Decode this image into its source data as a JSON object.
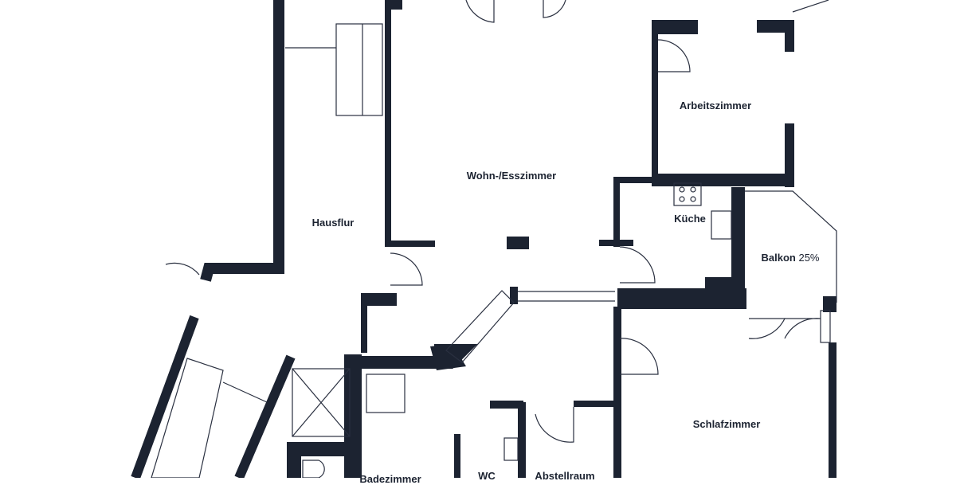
{
  "rooms": {
    "wohn": "Wohn-/Esszimmer",
    "arbeit": "Arbeitszimmer",
    "kueche": "Küche",
    "hausflur": "Hausflur",
    "balkon": "Balkon",
    "balkon_pct": "25%",
    "schlaf": "Schlafzimmer",
    "wc": "WC",
    "abstell": "Abstellraum",
    "bad": "Badezimmer"
  },
  "colors": {
    "wall": "#1c2331",
    "background": "#ffffff"
  }
}
